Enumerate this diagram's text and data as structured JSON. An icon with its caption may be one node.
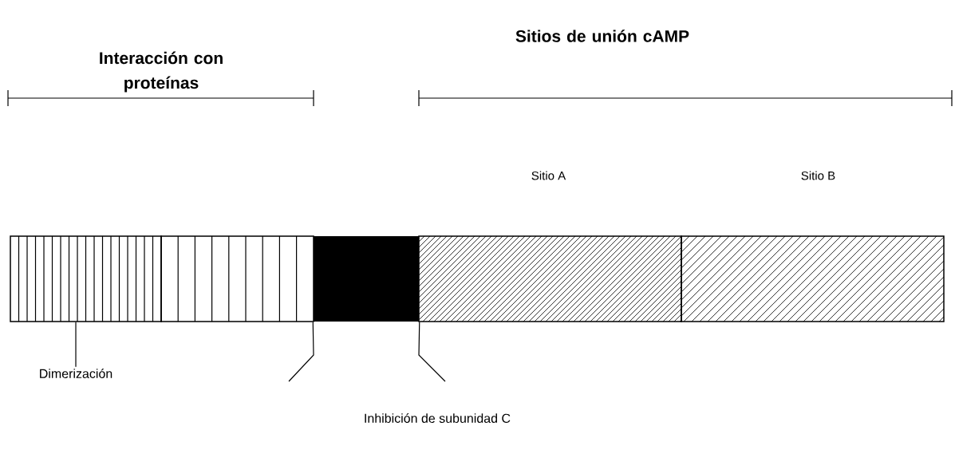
{
  "diagram": {
    "nodes": [
      {
        "text": [],
        "shape": "bar"
      },
      {
        "text": [],
        "shape": "bar"
      },
      {
        "text": [],
        "shape": "bar"
      },
      {
        "text": [
          "Sitio A"
        ]
      },
      {
        "text": [
          "Sitio B"
        ]
      },
      {
        "text": [
          "Dimerización"
        ]
      }
    ],
    "edges": [
      {
        "from": 5,
        "to": 0,
        "arrow": "none"
      },
      {
        "from": null,
        "to": 2,
        "arrow": "none"
      },
      {
        "from": null,
        "to": 2,
        "arrow": "none"
      }
    ],
    "labels": [
      "Interacción con proteínas",
      "Sitios de unión cAMP",
      "Inhibición de subunidad C"
    ]
  }
}
